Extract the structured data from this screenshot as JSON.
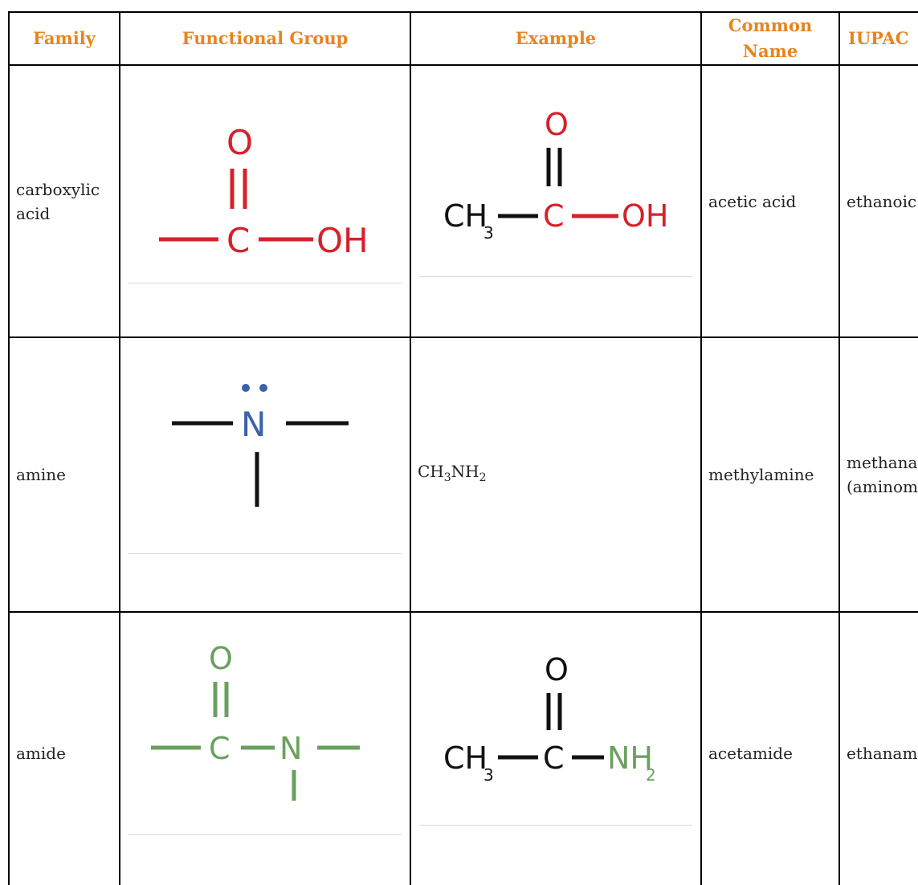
{
  "table": {
    "headers": [
      "Family",
      "Functional Group",
      "Example",
      "Common Name",
      "IUPAC"
    ],
    "header_common_line1": "Common",
    "header_common_line2": "Name",
    "rows": [
      {
        "family_line1": "carboxylic",
        "family_line2": "acid",
        "functional_group": {
          "top": "O",
          "center": "C",
          "right": "OH",
          "color": "#d6202a"
        },
        "example": {
          "left": "CH",
          "left_sub": "3",
          "center": "C",
          "top": "O",
          "right": "OH"
        },
        "common_name": "acetic acid",
        "iupac": "ethanoic"
      },
      {
        "family": "amine",
        "functional_group": {
          "center": "N",
          "color": "#3a62a8"
        },
        "example": {
          "formula_a": "CH",
          "formula_a_sub": "3",
          "formula_b": "NH",
          "formula_b_sub": "2"
        },
        "common_name": "methylamine",
        "iupac_line1": "methana",
        "iupac_line2": "(aminom"
      },
      {
        "family": "amide",
        "functional_group": {
          "top": "O",
          "center": "C",
          "right": "N",
          "color": "#6aa05e"
        },
        "example": {
          "left": "CH",
          "left_sub": "3",
          "center": "C",
          "top": "O",
          "right": "NH",
          "right_sub": "2"
        },
        "common_name": "acetamide",
        "iupac": "ethanam"
      }
    ]
  },
  "colors": {
    "header_text": "#e8841e",
    "carboxylic": "#d6202a",
    "amine": "#3a62a8",
    "amide": "#6aa05e",
    "black": "#111111"
  }
}
